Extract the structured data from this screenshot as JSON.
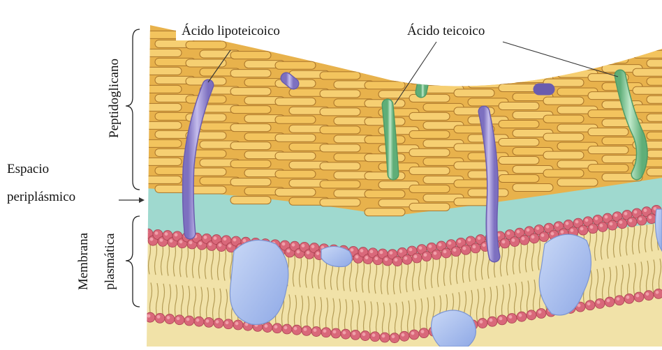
{
  "labels": {
    "acido_lipoteicoico": "Ácido lipoteicoico",
    "acido_teicoico": "Ácido teicoico",
    "peptidoglicano": "Peptidoglicano",
    "espacio": "Espacio",
    "periplasmico": "periplásmico",
    "membrana": "Membrana",
    "plasmatica": "plasmática"
  },
  "colors": {
    "peptidoglycan_fill": "#f3c45e",
    "peptidoglycan_dark": "#e0a43a",
    "peptidoglycan_stroke": "#a9742a",
    "periplasm": "#9fd9cf",
    "lipid_head": "#d9687a",
    "lipid_head_light": "#f0a0aa",
    "lipid_tail_bg": "#f1e2a8",
    "protein": "#a9c1ef",
    "lipoteichoic": "#9a8fd0",
    "teichoic": "#8ccc9e"
  }
}
